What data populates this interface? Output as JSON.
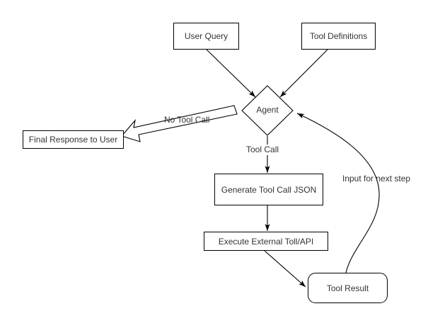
{
  "diagram": {
    "title": "Agent tool-calling loop flowchart",
    "background": "#ffffff",
    "stroke_color": "#000000",
    "text_color": "#333333",
    "nodes": {
      "user_query": {
        "label": "User Query",
        "shape": "rectangle"
      },
      "tool_definitions": {
        "label": "Tool Definitions",
        "shape": "rectangle"
      },
      "agent": {
        "label": "Agent",
        "shape": "diamond"
      },
      "final_response": {
        "label": "Final Response to User",
        "shape": "rectangle"
      },
      "generate_json": {
        "label": "Generate Tool Call JSON",
        "shape": "rectangle"
      },
      "execute_tool": {
        "label": "Execute External Toll/API",
        "shape": "rectangle"
      },
      "tool_result": {
        "label": "Tool Result",
        "shape": "rounded-rectangle"
      }
    },
    "edge_labels": {
      "no_tool_call": "No Tool Call",
      "tool_call": "Tool Call",
      "input_next_step": "Input for next step"
    },
    "edges": [
      {
        "from": "user_query",
        "to": "agent",
        "label": ""
      },
      {
        "from": "tool_definitions",
        "to": "agent",
        "label": ""
      },
      {
        "from": "agent",
        "to": "final_response",
        "label": "No Tool Call"
      },
      {
        "from": "agent",
        "to": "generate_json",
        "label": "Tool Call"
      },
      {
        "from": "generate_json",
        "to": "execute_tool",
        "label": ""
      },
      {
        "from": "execute_tool",
        "to": "tool_result",
        "label": ""
      },
      {
        "from": "tool_result",
        "to": "agent",
        "label": "Input for next step"
      }
    ]
  }
}
